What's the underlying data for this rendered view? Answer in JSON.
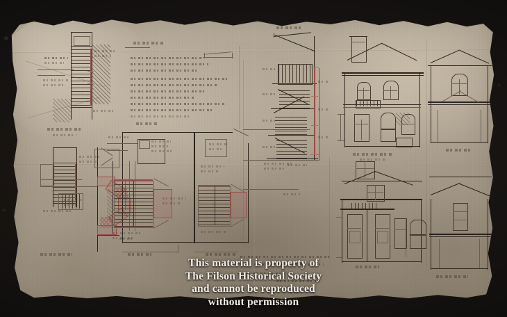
{
  "image": {
    "subject": "Archival architectural drawing on aged paper",
    "medium": "Pencil and red ink on linen-backed drafting paper",
    "background_color": "#13110f",
    "paper_color": "#a89c8b",
    "ink_color": "#3a3028",
    "red_ink_color": "#9c4b46",
    "watermark_color": "#f3efe6"
  },
  "watermark": {
    "lines": [
      "This material is property of",
      "The Filson Historical Society",
      "and cannot be reproduced",
      "without permission"
    ]
  },
  "drawings": [
    {
      "id": "wall-section-detail",
      "label": "Wall section detail with hatched masonry"
    },
    {
      "id": "stair-detail-section",
      "label": "Stair construction detail"
    },
    {
      "id": "specification-notes",
      "label": "Handwritten specification notes"
    },
    {
      "id": "stair-plan-lower",
      "label": "Stair plan with winder treads"
    },
    {
      "id": "first-floor-plan",
      "label": "First floor plan"
    },
    {
      "id": "second-floor-plan",
      "label": "Second floor plan"
    },
    {
      "id": "stair-section",
      "label": "Stair section through flights"
    },
    {
      "id": "front-elevation",
      "label": "Front elevation"
    },
    {
      "id": "side-elevation",
      "label": "Side elevation"
    },
    {
      "id": "rear-elevation",
      "label": "Rear elevation"
    },
    {
      "id": "end-elevation",
      "label": "End elevation"
    }
  ],
  "captions": {
    "plan_left": "",
    "plan_center": "",
    "plan_right": "",
    "inscription": "",
    "elevation_center": "",
    "elevation_right": "",
    "elevation_lower_right": ""
  }
}
